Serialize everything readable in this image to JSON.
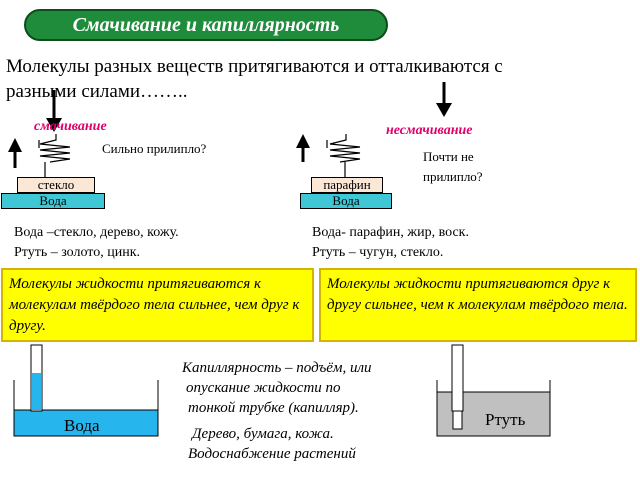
{
  "title": "Смачивание и капиллярность",
  "intro": "Молекулы разных веществ притягиваются и отталкиваются с разными силами……..",
  "left": {
    "label": "смачивание",
    "question": "Сильно прилипло?",
    "solid": "стекло",
    "liquid": "Вода",
    "examples_line1": "Вода –стекло, дерево, кожу.",
    "examples_line2": "Ртуть – золото, цинк.",
    "explanation": "Молекулы жидкости притягиваются к молекулам твёрдого тела сильнее, чем друг к другу."
  },
  "right": {
    "label": "несмачивание",
    "question_line1": "Почти не",
    "question_line2": "прилипло?",
    "solid": "парафин",
    "liquid": "Вода",
    "examples_line1": "Вода- парафин, жир, воск.",
    "examples_line2": "Ртуть – чугун, стекло.",
    "explanation": "Молекулы жидкости притягиваются друг к другу сильнее, чем к молекулам твёрдого тела."
  },
  "capillary": {
    "line1": "Капиллярность – подъём, или",
    "line2": "опускание жидкости по",
    "line3": "тонкой трубке (капилляр).",
    "line4": "Дерево, бумага, кожа.",
    "line5": "Водоснабжение растений",
    "water_label": "Вода",
    "mercury_label": "Ртуть"
  },
  "colors": {
    "title_bg": "#1e8c3a",
    "accent_red": "#e0006a",
    "water": "#3fc7d6",
    "water_vessel": "#27b5ee",
    "mercury": "#c0c0c0",
    "highlight": "#ffff00"
  }
}
